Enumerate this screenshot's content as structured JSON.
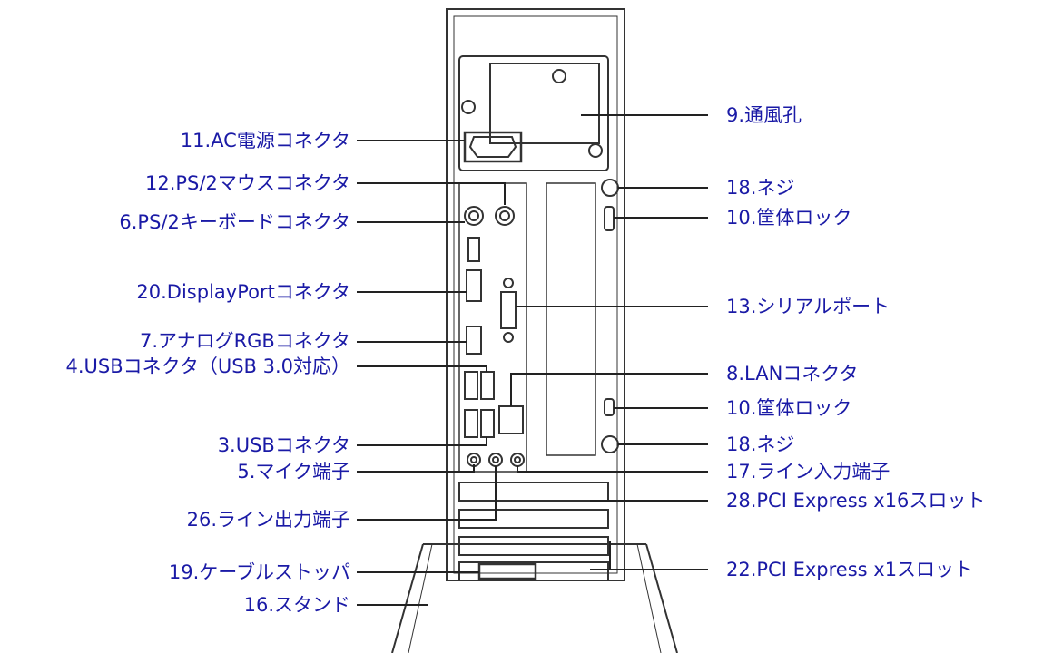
{
  "labels_left": [
    "11.AC電源コネクタ",
    "12.PS/2マウスコネクタ",
    "6.PS/2キーボードコネクタ",
    "20.DisplayPortコネクタ",
    "7.アナログRGBコネクタ",
    "4.USBコネクタ（USB 3.0対応）",
    "3.USBコネクタ",
    "5.マイク端子",
    "26.ライン出力端子",
    "19.ケーブルストッパ",
    "16.スタンド"
  ],
  "labels_right": [
    "9.通風孔",
    "18.ネジ",
    "10.筐体ロック",
    "13.シリアルポート",
    "8.LANコネクタ",
    "10.筐体ロック",
    "18.ネジ",
    "17.ライン入力端子",
    "28.PCI Express x16スロット",
    "22.PCI Express x1スロット"
  ],
  "colors": {
    "label": "#1a1aa6",
    "line": "#222222",
    "drawing": "#333333"
  }
}
